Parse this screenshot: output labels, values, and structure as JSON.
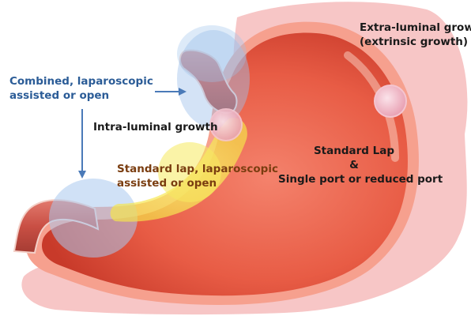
{
  "labels": {
    "extra_luminal_line1": "Extra-luminal growth",
    "extra_luminal_line2": "(extrinsic growth)",
    "combined_line1": "Combined, laparoscopic",
    "combined_line2": "assisted or open",
    "intra_luminal": "Intra-luminal growth",
    "standard_lap_line1": "Standard lap, laparoscopic",
    "standard_lap_line2": "assisted or open",
    "standard_single_line1": "Standard Lap",
    "standard_single_line2": "&",
    "standard_single_line3": "Single port or reduced port"
  },
  "colors": {
    "combined_text": "#2b5c97",
    "standard_lap_text": "#7a3d10",
    "arrow": "#4a7ab8",
    "stomach_main": "#ea5a48",
    "extrinsic_halo": "#f6b4b4",
    "intrinsic_halo": "#f7ea58",
    "blue_halo": "#a9c9ee"
  }
}
